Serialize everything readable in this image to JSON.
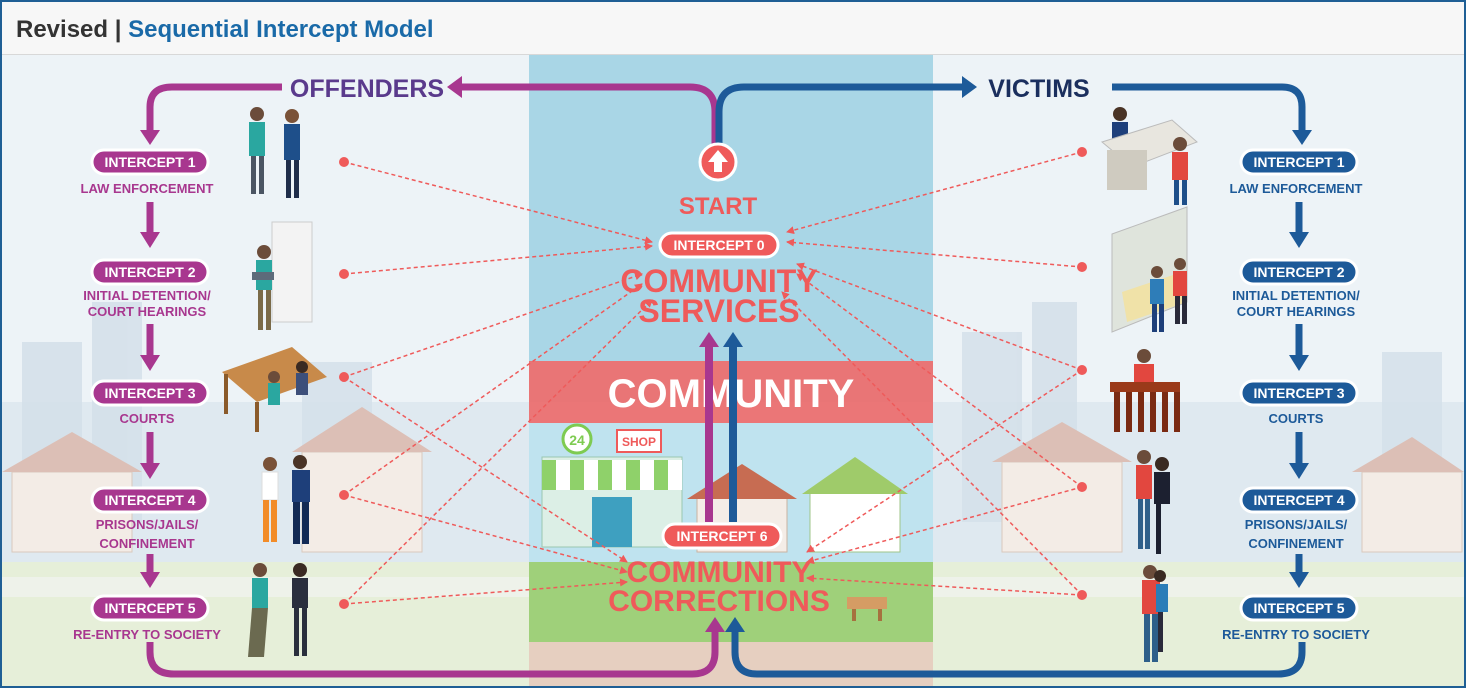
{
  "title": {
    "prefix": "Revised |",
    "main": "Sequential Intercept Model"
  },
  "colors": {
    "offender": "#a8378f",
    "victim": "#1d5a99",
    "community": "#ef5a5a",
    "center_bg": "#a9d6e6"
  },
  "offenders": {
    "heading": "OFFENDERS",
    "intercepts": [
      {
        "label": "INTERCEPT 1",
        "stage": [
          "LAW ENFORCEMENT"
        ]
      },
      {
        "label": "INTERCEPT 2",
        "stage": [
          "INITIAL DETENTION/",
          "COURT HEARINGS"
        ]
      },
      {
        "label": "INTERCEPT 3",
        "stage": [
          "COURTS"
        ]
      },
      {
        "label": "INTERCEPT 4",
        "stage": [
          "PRISONS/JAILS/",
          "CONFINEMENT"
        ]
      },
      {
        "label": "INTERCEPT 5",
        "stage": [
          "RE-ENTRY TO SOCIETY"
        ]
      }
    ]
  },
  "victims": {
    "heading": "VICTIMS",
    "intercepts": [
      {
        "label": "INTERCEPT 1",
        "stage": [
          "LAW ENFORCEMENT"
        ]
      },
      {
        "label": "INTERCEPT 2",
        "stage": [
          "INITIAL DETENTION/",
          "COURT HEARINGS"
        ]
      },
      {
        "label": "INTERCEPT 3",
        "stage": [
          "COURTS"
        ]
      },
      {
        "label": "INTERCEPT 4",
        "stage": [
          "PRISONS/JAILS/",
          "CONFINEMENT"
        ]
      },
      {
        "label": "INTERCEPT 5",
        "stage": [
          "RE-ENTRY TO SOCIETY"
        ]
      }
    ]
  },
  "center": {
    "start": "START",
    "intercept0": "INTERCEPT 0",
    "services": [
      "COMMUNITY",
      "SERVICES"
    ],
    "community": "COMMUNITY",
    "intercept6": "INTERCEPT 6",
    "corrections": [
      "COMMUNITY",
      "CORRECTIONS"
    ],
    "store_number": "24",
    "store_sign": "SHOP"
  }
}
